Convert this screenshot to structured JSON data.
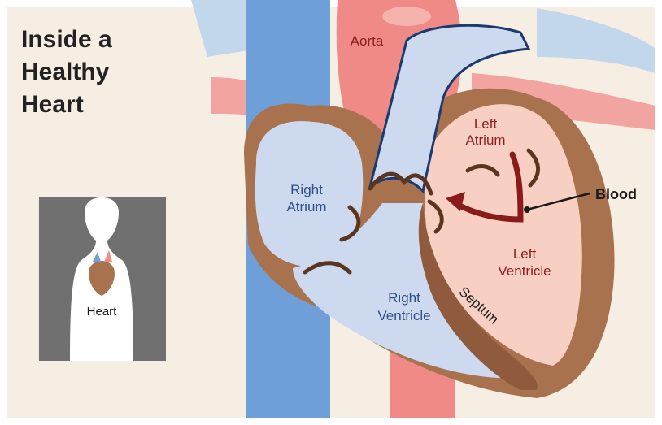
{
  "title": {
    "lines": [
      "Inside a",
      "Healthy",
      "Heart"
    ]
  },
  "inset": {
    "label": "Heart"
  },
  "labels": {
    "aorta": "Aorta",
    "left_atrium": [
      "Left",
      "Atrium"
    ],
    "right_atrium": [
      "Right",
      "Atrium"
    ],
    "left_ventricle": [
      "Left",
      "Ventricle"
    ],
    "right_ventricle": [
      "Right",
      "Ventricle"
    ],
    "septum": "Septum",
    "blood": "Blood"
  },
  "colors": {
    "background": "#f6ede3",
    "vein_blue": "#6f9fd8",
    "light_blue": "#cdd9ee",
    "artery_pink": "#ef8a86",
    "muscle_brown": "#a8724f",
    "left_chamber": "#f8d0c3",
    "blood_arrow": "#8b1a1a",
    "inset_bg": "#707070"
  }
}
